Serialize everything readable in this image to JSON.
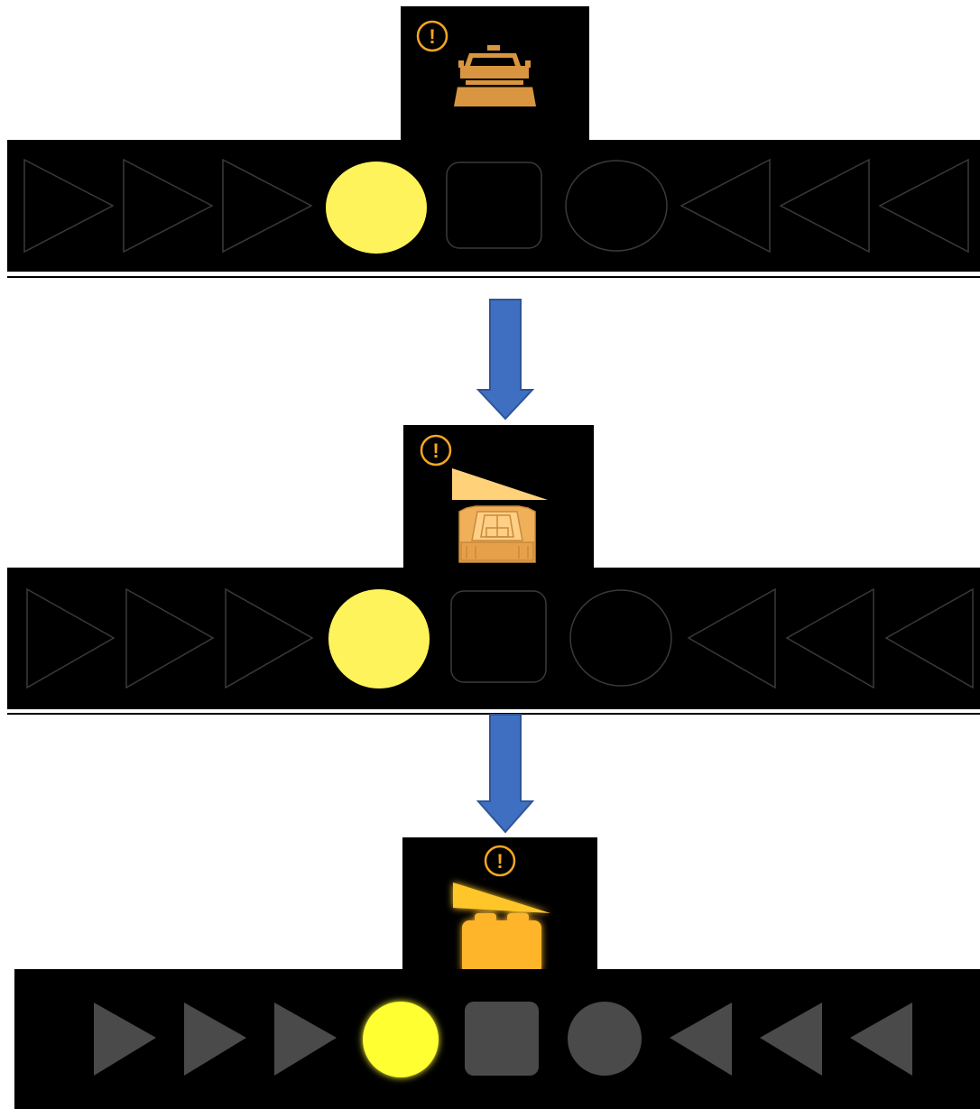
{
  "colors": {
    "background": "#ffffff",
    "panel": "#000000",
    "arrow": "#3f6fc0",
    "warning": "#f5a623",
    "vehicle_amber": "#d9953f",
    "plow_blade_pale": "#ffd27a",
    "plow_blade_bright": "#ffc62b",
    "active_yellow": "#fff35c",
    "active_yellow_glow": "#ffff33",
    "outline_dim": "#3a3a3a",
    "filled_dim": "#4a4a4a"
  },
  "stages": [
    {
      "warning_icon": "warning-exclamation-icon",
      "vehicle_icon": "snowplow-truck-front-icon",
      "indicator_style": "outline",
      "indicators": [
        "right-triangle",
        "right-triangle",
        "right-triangle",
        "circle-active",
        "rounded-square",
        "circle",
        "left-triangle",
        "left-triangle",
        "left-triangle"
      ]
    },
    {
      "warning_icon": "warning-exclamation-icon",
      "vehicle_icon": "snowplow-wedge-blade-rear-icon",
      "indicator_style": "outline",
      "indicators": [
        "right-triangle",
        "right-triangle",
        "right-triangle",
        "circle-active",
        "rounded-square",
        "circle",
        "left-triangle",
        "left-triangle",
        "left-triangle"
      ]
    },
    {
      "warning_icon": "warning-exclamation-icon",
      "vehicle_icon": "snowplow-wedge-blade-glowing-icon",
      "indicator_style": "filled",
      "indicators": [
        "right-triangle",
        "right-triangle",
        "right-triangle",
        "circle-active",
        "rounded-square",
        "circle",
        "left-triangle",
        "left-triangle",
        "left-triangle"
      ]
    }
  ],
  "transitions": [
    {
      "icon": "down-arrow-icon"
    },
    {
      "icon": "down-arrow-icon"
    }
  ],
  "warning_glyph": "!"
}
